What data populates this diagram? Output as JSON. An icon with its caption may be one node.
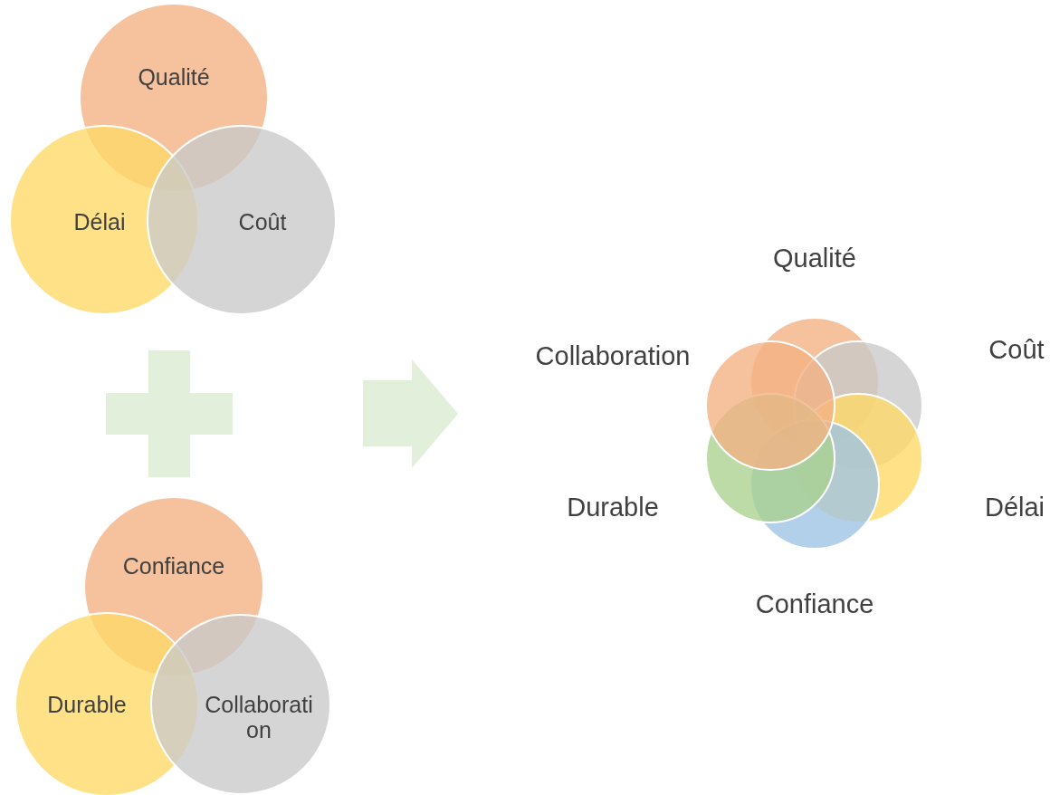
{
  "diagram": {
    "nodes": [
      {
        "text": [
          "Qualité"
        ]
      },
      {
        "text": [
          "Délai"
        ]
      },
      {
        "text": [
          "Coût"
        ]
      },
      {
        "text": [],
        "shape": "cross"
      },
      {
        "text": [
          "Confiance"
        ]
      },
      {
        "text": [
          "Durable"
        ]
      },
      {
        "text": [
          "Collaboration"
        ]
      },
      {
        "text": [],
        "shape": "circle",
        "beside": [
          "Qualité"
        ]
      },
      {
        "text": [],
        "shape": "circle",
        "beside": [
          "Coût"
        ]
      },
      {
        "text": [],
        "shape": "circle",
        "beside": [
          "Délai"
        ]
      },
      {
        "text": [],
        "shape": "circle",
        "beside": [
          "Confiance"
        ]
      },
      {
        "text": [],
        "shape": "circle",
        "beside": [
          "Durable"
        ]
      },
      {
        "text": [],
        "shape": "circle",
        "beside": [
          "Collaboration"
        ]
      }
    ]
  }
}
